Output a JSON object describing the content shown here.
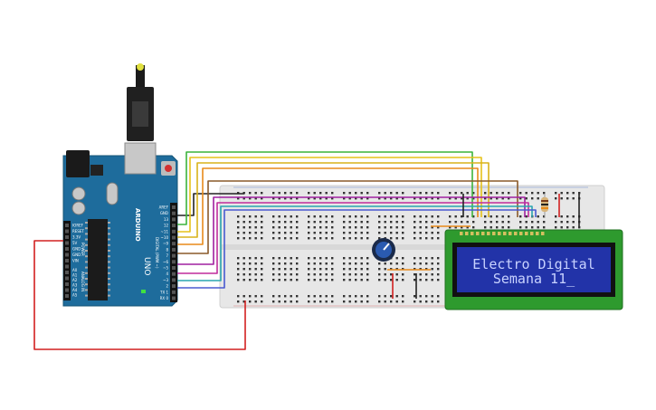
{
  "lcd": {
    "line1": "Electro Digital",
    "line2": "Semana 11_"
  },
  "arduino": {
    "brand_label": "ARDUINO",
    "model_label": "UNO",
    "header_labels": [
      "AREF",
      "GND",
      "13",
      "12",
      "~11",
      "~10",
      "~9",
      "8",
      "7",
      "~6",
      "~5",
      "4",
      "~3",
      "2",
      "TX 1",
      "RX 0"
    ],
    "digital_label": "DIGITAL (PWM ~)",
    "power_labels": [
      "IOREF",
      "RESET",
      "3.3V",
      "5V",
      "GND",
      "GND",
      "VIN"
    ],
    "power_label": "POWER",
    "analog_labels": [
      "A0",
      "A1",
      "A2",
      "A3",
      "A4",
      "A5"
    ],
    "analog_label": "ANALOG IN"
  },
  "colors": {
    "board": "#1e6c9c",
    "breadboard": "#e6e6e6",
    "lcd_pcb": "#2e9a2e",
    "lcd_screen": "#2233a8",
    "lcd_text": "#c8d2ff",
    "wire_red": "#d22020",
    "wire_green": "#3cb43c",
    "wire_yellow": "#e6c21a",
    "wire_orange": "#e88a1a",
    "wire_brown": "#8a5a2a",
    "wire_purple": "#a020a0",
    "wire_magenta": "#c02c9c",
    "wire_teal": "#2aa6b0",
    "wire_blue": "#4a5ad0"
  }
}
